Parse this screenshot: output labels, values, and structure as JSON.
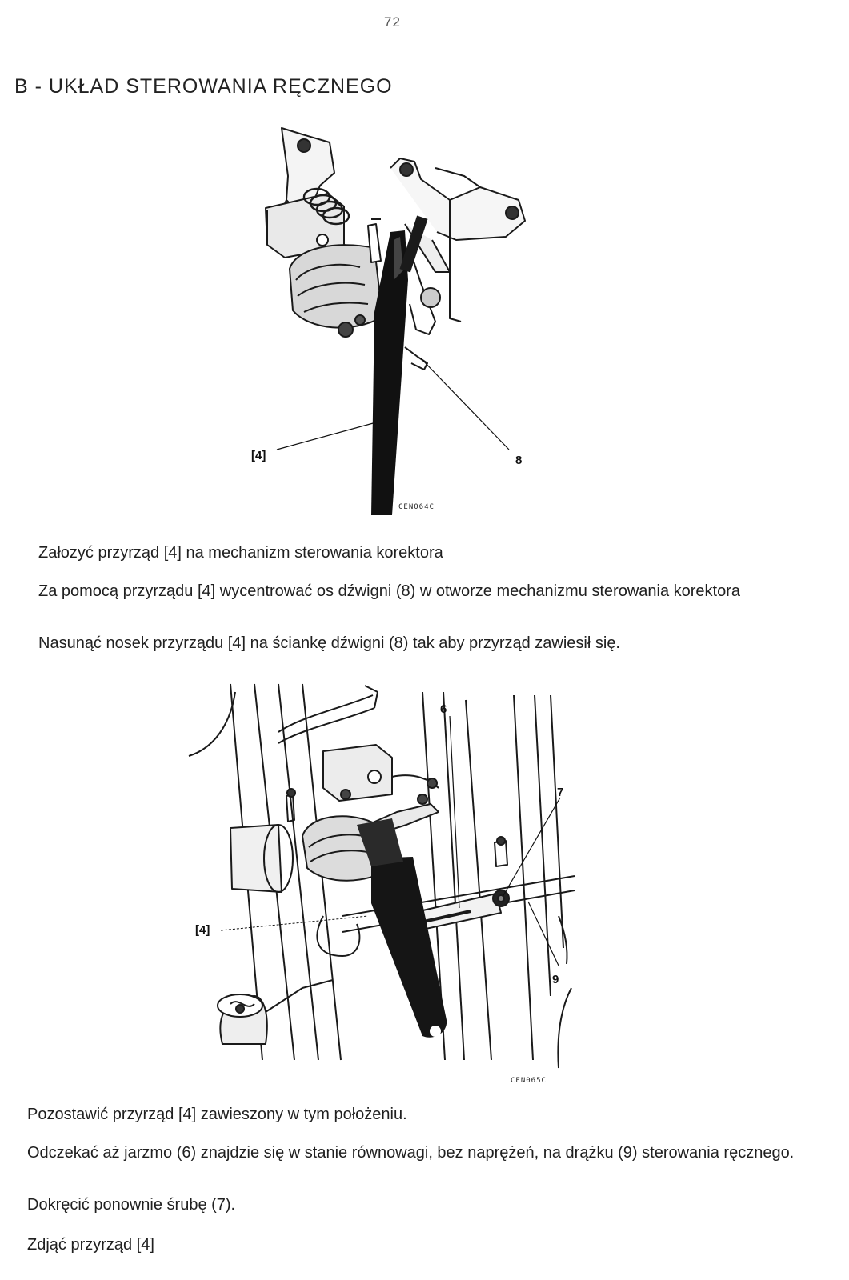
{
  "page_number": "72",
  "section_title": "B - UKŁAD STEROWANIA RĘCZNEGO",
  "figure1": {
    "code": "CEN064C",
    "callouts": {
      "tool": "[4]",
      "lever": "8"
    }
  },
  "paragraphs_top": [
    "Załozyć przyrząd [4] na mechanizm sterowania korektora",
    "Za pomocą przyrządu [4] wycentrować os dźwigni (8) w otworze mechanizmu sterowania korektora",
    "Nasunąć nosek przyrządu [4] na ściankę dźwigni (8) tak aby przyrząd zawiesił się."
  ],
  "figure2": {
    "code": "CEN065C",
    "callouts": {
      "tool": "[4]",
      "yoke": "6",
      "screw": "7",
      "rod": "9"
    }
  },
  "paragraphs_bottom": [
    "Pozostawić przyrząd [4] zawieszony w tym położeniu.",
    "Odczekać aż jarzmo (6) znajdzie się w stanie równowagi, bez naprężeń, na drążku (9) sterowania ręcznego.",
    "Dokręcić ponownie śrubę (7).",
    "Zdjąć przyrząd [4]"
  ]
}
